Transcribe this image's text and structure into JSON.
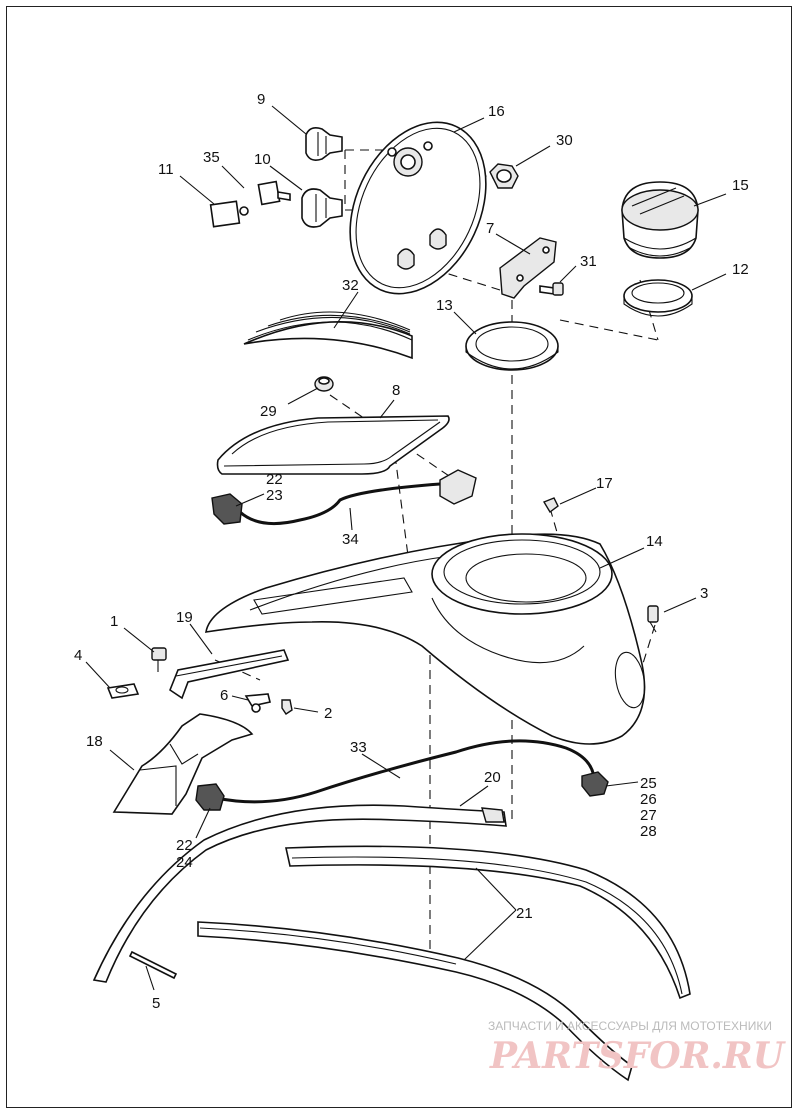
{
  "callouts": {
    "c1": "1",
    "c2": "2",
    "c3": "3",
    "c4": "4",
    "c5": "5",
    "c6": "6",
    "c7": "7",
    "c8": "8",
    "c9": "9",
    "c10": "10",
    "c11": "11",
    "c12": "12",
    "c13": "13",
    "c14": "14",
    "c15": "15",
    "c16": "16",
    "c17": "17",
    "c18": "18",
    "c19": "19",
    "c20": "20",
    "c21": "21",
    "c22a": "22",
    "c23": "23",
    "c22b": "22",
    "c24": "24",
    "c25": "25",
    "c26": "26",
    "c27": "27",
    "c28": "28",
    "c29": "29",
    "c30": "30",
    "c31": "31",
    "c32": "32",
    "c33": "33",
    "c34": "34",
    "c35": "35"
  },
  "watermark": {
    "tagline": "ЗАПЧАСТИ И АКСЕССУАРЫ ДЛЯ МОТОТЕХНИКИ",
    "logo": "PARTSFOR.RU"
  }
}
